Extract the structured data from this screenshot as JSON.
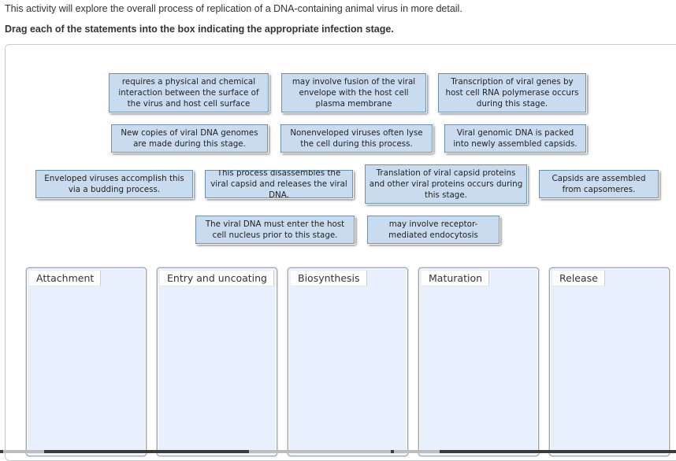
{
  "intro_text": "This activity will explore the overall process of replication of a DNA-containing animal virus in more detail.",
  "instruction_text": "Drag each of the statements into the box indicating the appropriate infection stage.",
  "statements": [
    "requires a physical and chemical interaction between the surface of the virus and host cell surface",
    "may involve fusion of the viral envelope with the host cell plasma membrane",
    "Transcription of viral genes by host cell RNA polymerase occurs during this stage.",
    "New copies of viral DNA genomes are made during this stage.",
    "Nonenveloped viruses often lyse the cell during this process.",
    "Viral genomic DNA is packed into newly assembled capsids.",
    "Enveloped viruses accomplish this via a budding process.",
    "This process disassembles the viral capsid and releases the viral DNA.",
    "Translation of viral capsid proteins and other viral proteins occurs during this stage.",
    "Capsids are assembled from capsomeres.",
    "The viral DNA must enter the host cell nucleus prior to this stage.",
    "may involve receptor-mediated endocytosis"
  ],
  "stages": [
    "Attachment",
    "Entry and uncoating",
    "Biosynthesis",
    "Maturation",
    "Release"
  ]
}
